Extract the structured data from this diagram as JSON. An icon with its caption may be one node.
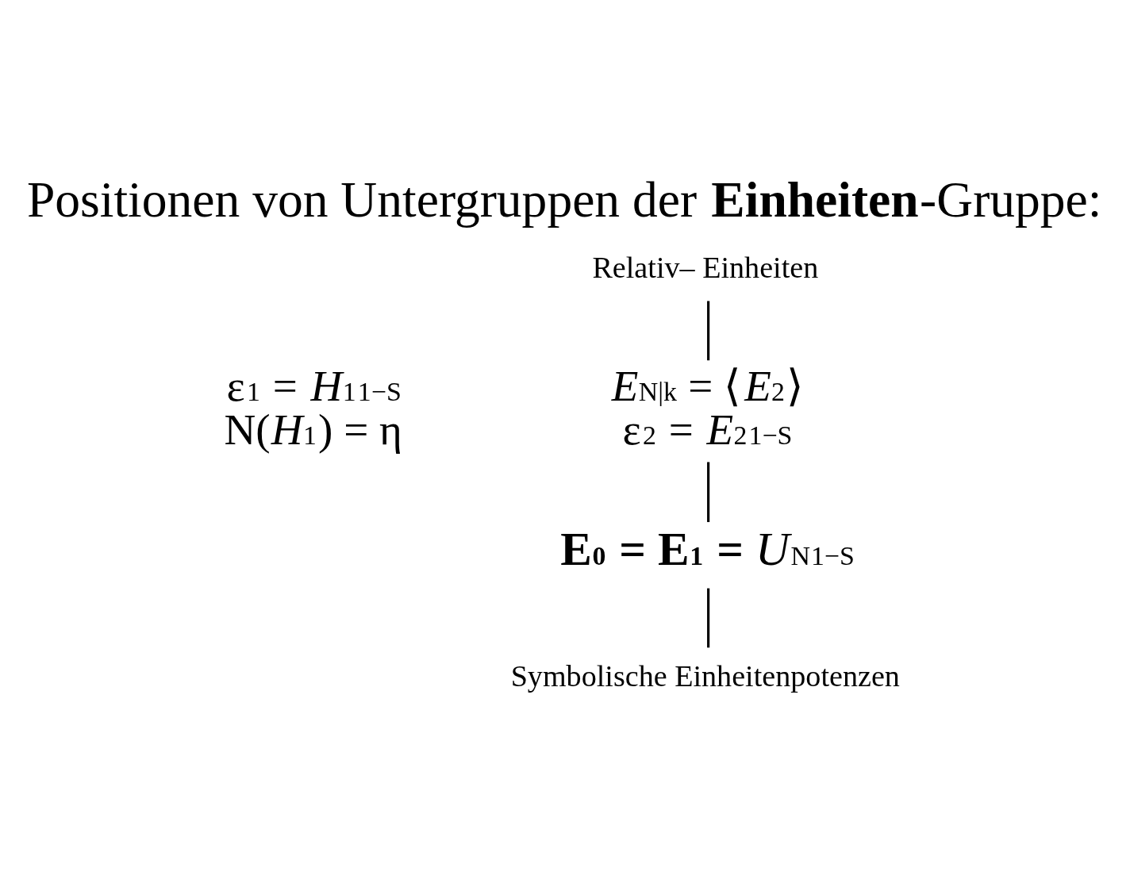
{
  "diagram": {
    "title": "Positionen von Untergruppen der **Einheiten**-Gruppe:",
    "nodes": [
      {
        "text": [
          "Relativ– Einheiten"
        ]
      },
      {
        "text": [
          "*E*$_{N|k}$ = ⟨*E*$_{2}$⟩",
          "ε$_{2}$ = *E*$_{2}$$^{1−S}$"
        ]
      },
      {
        "text": [
          "**E$_{0}$ = E$_{1}$ =** *U*$_{N}$$^{1−S}$"
        ]
      },
      {
        "text": [
          "Symbolische Einheitenpotenzen"
        ]
      }
    ],
    "edges": [
      {
        "from": 0,
        "to": 1,
        "arrow": "none"
      },
      {
        "from": 1,
        "to": 2,
        "arrow": "none"
      },
      {
        "from": 2,
        "to": 3,
        "arrow": "none"
      }
    ],
    "labels": [
      "ε$_{1}$ = *H*$_{1}$$^{1−S}$",
      "N(*H*$_{1}$) = η"
    ]
  }
}
